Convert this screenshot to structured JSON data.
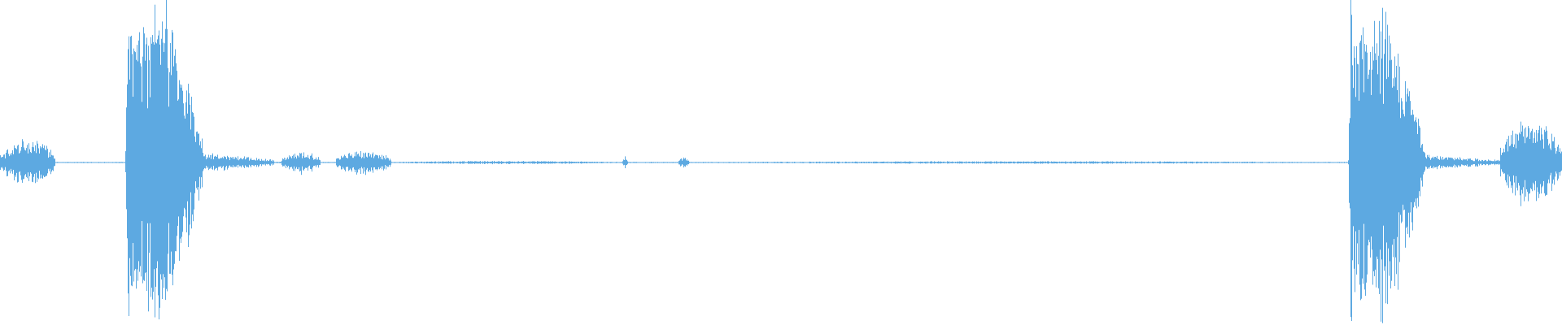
{
  "waveform": {
    "color": "#5DA9E1",
    "background": "#FFFFFF",
    "baseline_color": "#5DA9E1",
    "duration_fraction_segments": [
      {
        "name": "noise-start",
        "from": 0.0,
        "to": 0.035,
        "peak": 0.14
      },
      {
        "name": "noise-blip",
        "from": 0.018,
        "to": 0.035,
        "peak": 0.12
      },
      {
        "name": "burst-1",
        "from": 0.08,
        "to": 0.13,
        "peak": 0.95
      },
      {
        "name": "tail-1",
        "from": 0.13,
        "to": 0.175,
        "peak": 0.06
      },
      {
        "name": "rumble-1",
        "from": 0.18,
        "to": 0.205,
        "peak": 0.07
      },
      {
        "name": "rumble-2",
        "from": 0.215,
        "to": 0.25,
        "peak": 0.08
      },
      {
        "name": "quiet-1",
        "from": 0.25,
        "to": 0.395,
        "peak": 0.01
      },
      {
        "name": "click-1",
        "from": 0.398,
        "to": 0.402,
        "peak": 0.04
      },
      {
        "name": "click-2",
        "from": 0.434,
        "to": 0.441,
        "peak": 0.03
      },
      {
        "name": "quiet-2",
        "from": 0.441,
        "to": 0.86,
        "peak": 0.008
      },
      {
        "name": "burst-2",
        "from": 0.863,
        "to": 0.912,
        "peak": 0.93
      },
      {
        "name": "tail-2",
        "from": 0.912,
        "to": 0.96,
        "peak": 0.05
      },
      {
        "name": "noise-end",
        "from": 0.96,
        "to": 1.0,
        "peak": 0.28
      }
    ]
  }
}
